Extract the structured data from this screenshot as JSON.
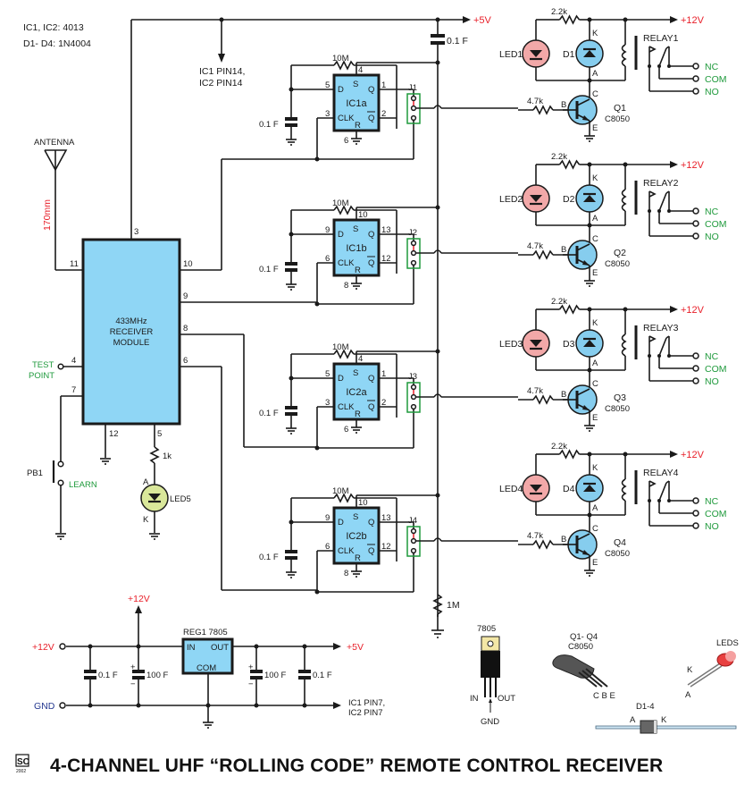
{
  "notes": {
    "ic_type": "IC1, IC2: 4013",
    "diode_type": "D1- D4: 1N4004",
    "supply_note_line1": "IC1 PIN14,",
    "supply_note_line2": "IC2 PIN14",
    "gnd_note_line1": "IC1 PIN7,",
    "gnd_note_line2": "IC2 PIN7"
  },
  "rails": {
    "plus5v": "+5V",
    "plus12v": "+12V",
    "gnd": "GND"
  },
  "antenna": {
    "label": "ANTENNA",
    "length": "170mm"
  },
  "receiver": {
    "name_line1": "433MHz",
    "name_line2": "RECEIVER",
    "name_line3": "MODULE",
    "pins": {
      "p3": "3",
      "p11": "11",
      "p10": "10",
      "p9": "9",
      "p8": "8",
      "p6": "6",
      "p4": "4",
      "p7": "7",
      "p12": "12",
      "p5": "5"
    },
    "test_point_line1": "TEST",
    "test_point_line2": "POINT",
    "pushbutton": "PB1",
    "learn": "LEARN",
    "led_resistor": "1k",
    "led": "LED5",
    "anode": "A",
    "cathode": "K"
  },
  "flipflops": [
    {
      "name": "IC1a",
      "feedback_resistor": "10M",
      "cap": "0.1 F",
      "pin_s": "4",
      "pin_d": "5",
      "pin_clk": "3",
      "pin_r": "6",
      "pin_q": "1",
      "pin_qbar": "2",
      "jumper": "J1"
    },
    {
      "name": "IC1b",
      "feedback_resistor": "10M",
      "cap": "0.1 F",
      "pin_s": "10",
      "pin_d": "9",
      "pin_clk": "6",
      "pin_r": "8",
      "pin_q": "13",
      "pin_qbar": "12",
      "jumper": "J2"
    },
    {
      "name": "IC2a",
      "feedback_resistor": "10M",
      "cap": "0.1 F",
      "pin_s": "4",
      "pin_d": "5",
      "pin_clk": "3",
      "pin_r": "6",
      "pin_q": "1",
      "pin_qbar": "2",
      "jumper": "J3"
    },
    {
      "name": "IC2b",
      "feedback_resistor": "10M",
      "cap": "0.1 F",
      "pin_s": "10",
      "pin_d": "9",
      "pin_clk": "6",
      "pin_r": "8",
      "pin_q": "13",
      "pin_qbar": "12",
      "jumper": "J4"
    }
  ],
  "ff_labels": {
    "s": "S",
    "d": "D",
    "clk": "CLK",
    "r": "R",
    "q": "Q",
    "qbar": "Q"
  },
  "decoupling_cap": "0.1 F",
  "pulldown_resistor": "1M",
  "channels": [
    {
      "led": "LED1",
      "diode": "D1",
      "transistor": "Q1",
      "relay": "RELAY1"
    },
    {
      "led": "LED2",
      "diode": "D2",
      "transistor": "Q2",
      "relay": "RELAY2"
    },
    {
      "led": "LED3",
      "diode": "D3",
      "transistor": "Q3",
      "relay": "RELAY3"
    },
    {
      "led": "LED4",
      "diode": "D4",
      "transistor": "Q4",
      "relay": "RELAY4"
    }
  ],
  "channel_common": {
    "led_resistor": "2.2k",
    "base_resistor": "4.7k",
    "transistor_type": "C8050",
    "k": "K",
    "a": "A",
    "b": "B",
    "c": "C",
    "e": "E",
    "nc": "NC",
    "com": "COM",
    "no": "NO"
  },
  "regulator": {
    "name": "REG1 7805",
    "in": "IN",
    "out": "OUT",
    "com": "COM",
    "cap_small": "0.1 F",
    "cap_large": "100 F",
    "plus": "+",
    "minus": "−"
  },
  "pinouts": {
    "reg_title": "7805",
    "reg_in": "IN",
    "reg_out": "OUT",
    "reg_gnd": "GND",
    "transistor_title_line1": "Q1- Q4",
    "transistor_title_line2": "C8050",
    "transistor_pins": "C  B  E",
    "led_title": "LEDS",
    "led_k": "K",
    "led_a": "A",
    "diode_title": "D1-4",
    "diode_a": "A",
    "diode_k": "K"
  },
  "footer": {
    "logo": "SC",
    "year": "2002",
    "title": "4-CHANNEL UHF “ROLLING CODE” REMOTE CONTROL RECEIVER"
  }
}
